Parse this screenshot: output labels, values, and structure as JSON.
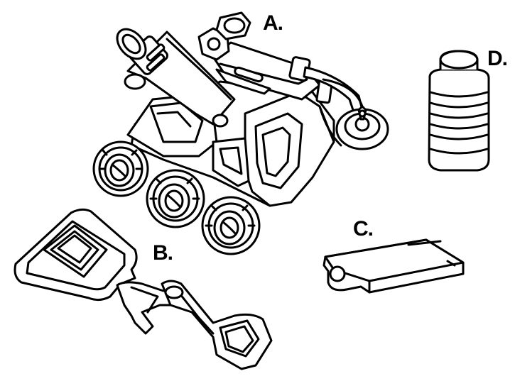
{
  "labels": {
    "a": "A.",
    "b": "B.",
    "c": "C.",
    "d": "D."
  },
  "items": {
    "a": "rover-toy",
    "b": "keychain-clip",
    "c": "memory-card",
    "d": "container"
  },
  "colors": {
    "ink": "#000000",
    "paper": "#ffffff"
  }
}
